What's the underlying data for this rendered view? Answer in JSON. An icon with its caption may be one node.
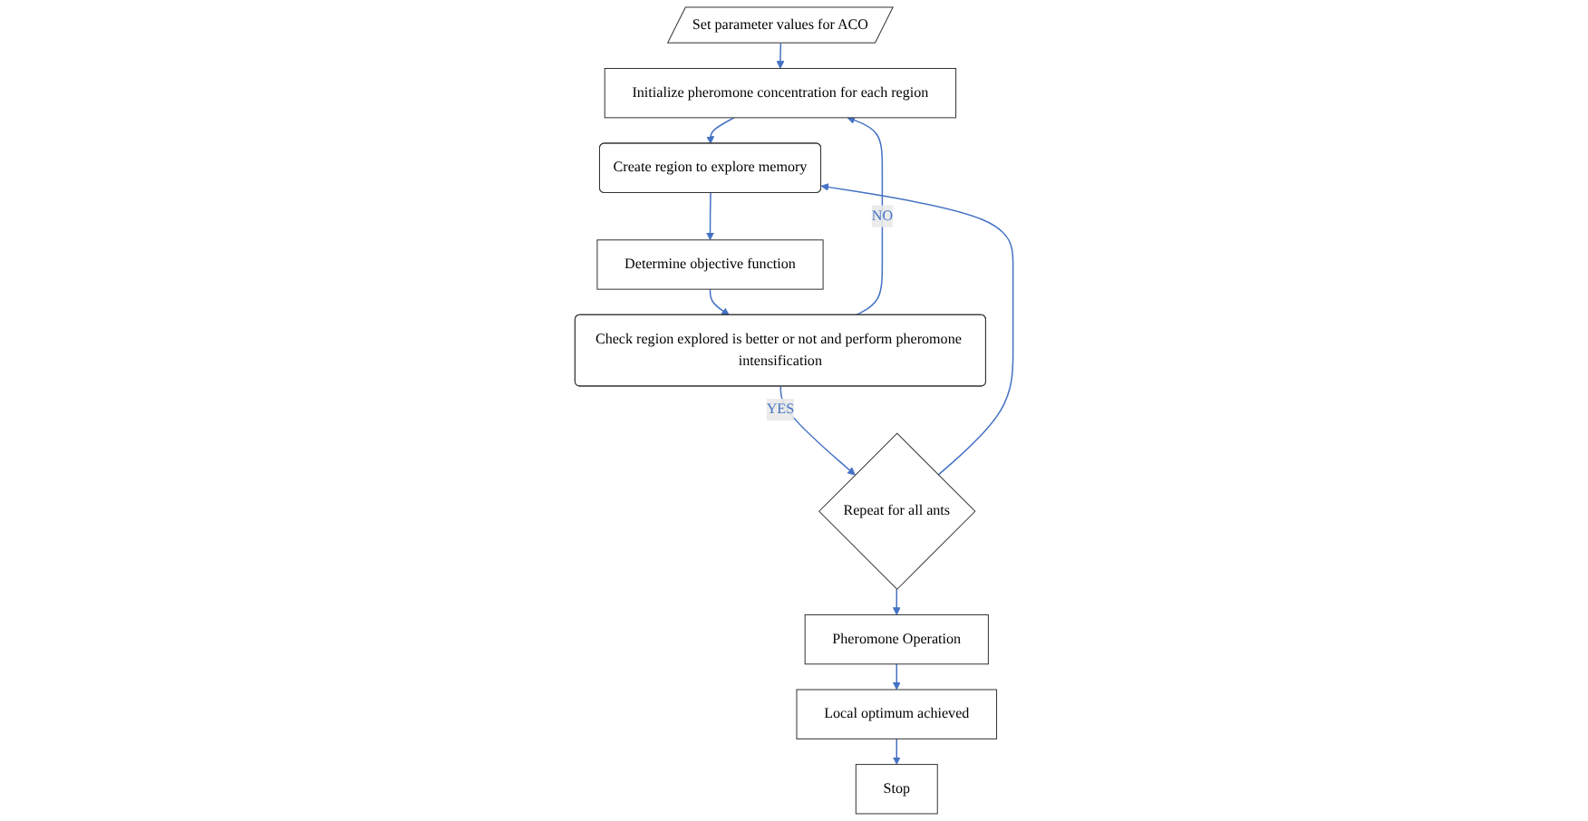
{
  "diagram": {
    "nodes": [
      {
        "text": [
          "Set parameter values for ACO"
        ]
      },
      {
        "text": [
          "Initialize pheromone concentration for each region"
        ]
      },
      {
        "text": [
          "Create region to explore memory"
        ]
      },
      {
        "text": [
          "Determine objective function"
        ]
      },
      {
        "text": [
          "Check region explored is better or not and perform pheromone intensification"
        ]
      },
      {
        "text": [
          "Repeat for all ants"
        ]
      },
      {
        "text": [
          "Pheromone Operation"
        ]
      },
      {
        "text": [
          "Local optimum achieved"
        ]
      },
      {
        "text": [
          "Stop"
        ]
      }
    ],
    "edges": [
      {
        "from": 0,
        "to": 1,
        "arrow": "to"
      },
      {
        "from": 1,
        "to": 2,
        "arrow": "to"
      },
      {
        "from": 2,
        "to": 3,
        "arrow": "to"
      },
      {
        "from": 3,
        "to": 4,
        "arrow": "to"
      },
      {
        "from": 4,
        "to": 1,
        "arrow": "to",
        "label": "NO"
      },
      {
        "from": 4,
        "to": 5,
        "arrow": "to",
        "label": "YES"
      },
      {
        "from": 5,
        "to": 2,
        "arrow": "to"
      },
      {
        "from": 5,
        "to": 6,
        "arrow": "to"
      },
      {
        "from": 6,
        "to": 7,
        "arrow": "to"
      },
      {
        "from": 7,
        "to": 8,
        "arrow": "to"
      }
    ]
  }
}
